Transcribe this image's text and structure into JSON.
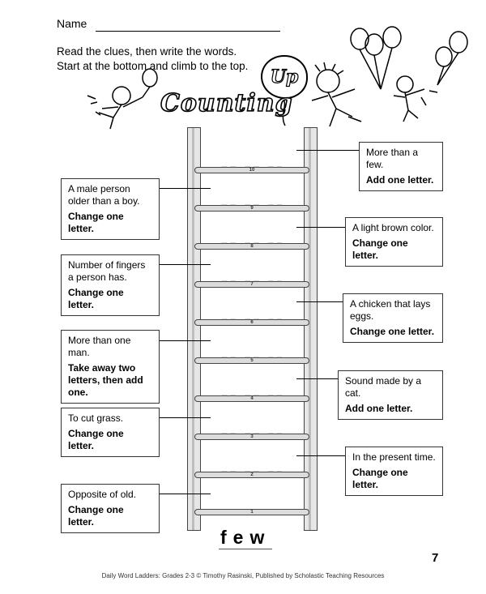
{
  "header": {
    "name_label": "Name",
    "instruction_line1": "Read the clues, then write the words.",
    "instruction_line2": "Start at the bottom and climb to the top.",
    "title_word1": "Up",
    "title_word2": "Counting"
  },
  "ladder": {
    "rungs": [
      "1",
      "2",
      "3",
      "4",
      "5",
      "6",
      "7",
      "8",
      "9",
      "10"
    ],
    "blank_placeholder": "__ __ __",
    "start_word": "few"
  },
  "clues_left": [
    {
      "text": "A male person older than a boy.",
      "action": "Change one letter."
    },
    {
      "text": "Number of fingers a person has.",
      "action": "Change one letter."
    },
    {
      "text": "More than one man.",
      "action": "Take away two letters, then add one."
    },
    {
      "text": "To cut grass.",
      "action": "Change one letter."
    },
    {
      "text": "Opposite of old.",
      "action": "Change one letter."
    }
  ],
  "clues_right": [
    {
      "text": "More than a few.",
      "action": "Add one letter."
    },
    {
      "text": "A light brown color.",
      "action": "Change one letter."
    },
    {
      "text": "A chicken that lays eggs.",
      "action": "Change one letter."
    },
    {
      "text": "Sound made by a cat.",
      "action": "Add one letter."
    },
    {
      "text": "In the present time.",
      "action": "Change one letter."
    }
  ],
  "footer": {
    "page_number": "7",
    "credit": "Daily Word Ladders: Grades 2-3 © Timothy Rasinski, Published by Scholastic Teaching Resources"
  }
}
